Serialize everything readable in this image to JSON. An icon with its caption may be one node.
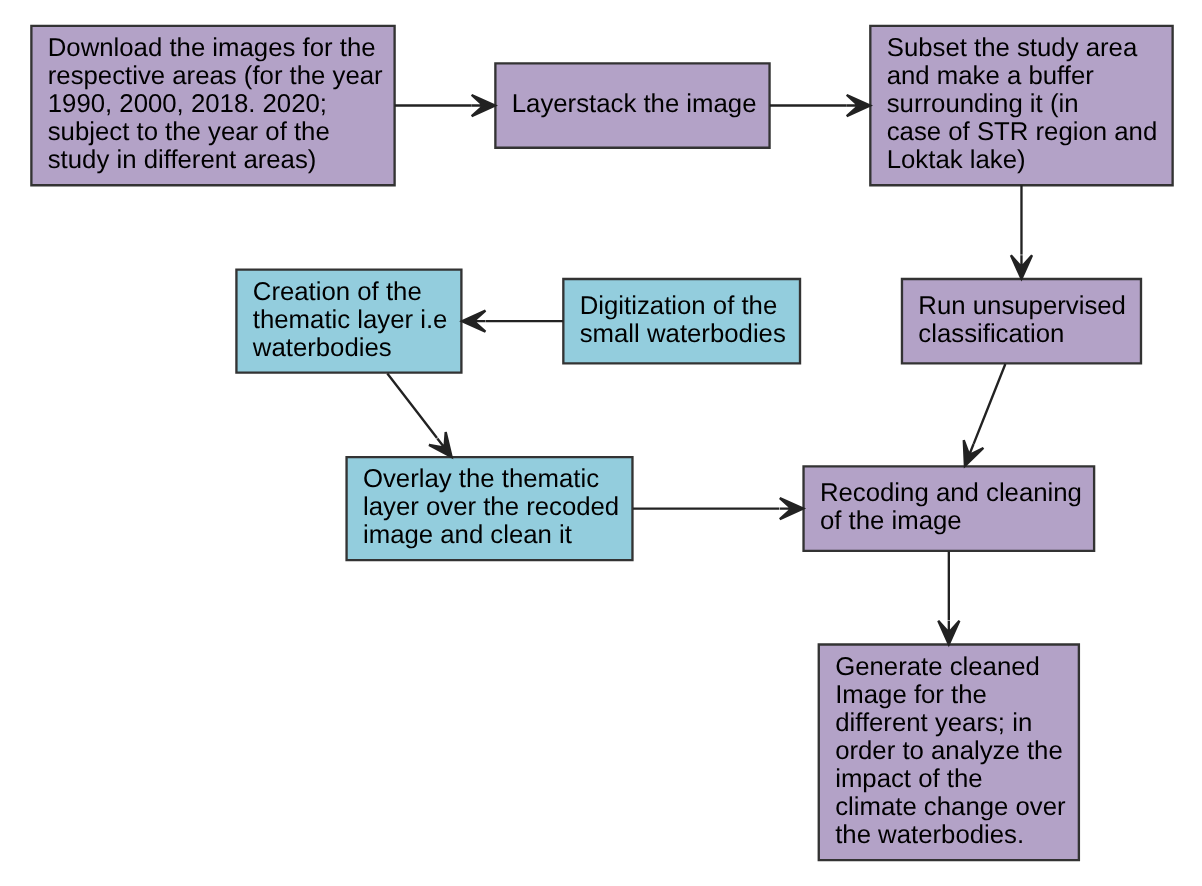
{
  "diagram": {
    "nodes": [
      {
        "text": [
          "Download the images for the respective areas (for the year 1990, 2000, 2018. 2020; subject to the year of the study in different areas)"
        ]
      },
      {
        "text": [
          "Layerstack the image"
        ]
      },
      {
        "text": [
          "Subset the study area and make a buffer surrounding it (in case of STR region and Loktak lake)"
        ]
      },
      {
        "text": [
          "Digitization of the small waterbodies"
        ]
      },
      {
        "text": [
          "Creation of the thematic layer i.e waterbodies"
        ]
      },
      {
        "text": [
          "Run unsupervised classification"
        ]
      },
      {
        "text": [
          "Overlay the thematic layer over the recoded image and clean it"
        ]
      },
      {
        "text": [
          "Recoding and cleaning of the image"
        ]
      },
      {
        "text": [
          "Generate cleaned Image for the different years; in order to analyze the impact of the climate change over the waterbodies."
        ]
      }
    ],
    "edges": [
      {
        "from": 0,
        "to": 1,
        "arrow": "to"
      },
      {
        "from": 1,
        "to": 2,
        "arrow": "to"
      },
      {
        "from": 2,
        "to": 5,
        "arrow": "to"
      },
      {
        "from": 3,
        "to": 4,
        "arrow": "to"
      },
      {
        "from": 4,
        "to": 6,
        "arrow": "to"
      },
      {
        "from": 5,
        "to": 7,
        "arrow": "to"
      },
      {
        "from": 6,
        "to": 7,
        "arrow": "to"
      },
      {
        "from": 7,
        "to": 8,
        "arrow": "to"
      }
    ]
  }
}
